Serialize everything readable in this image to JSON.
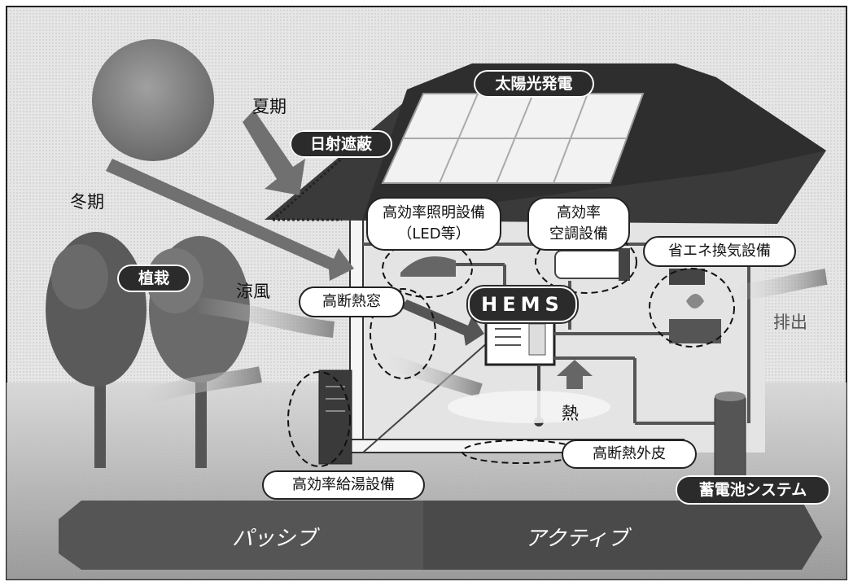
{
  "labels": {
    "solar_power": "太陽光発電",
    "sun_shading": "日射遮蔽",
    "summer": "夏期",
    "winter": "冬期",
    "planting": "植栽",
    "cool_breeze": "涼風",
    "efficient_lighting_line1": "高効率照明設備",
    "efficient_lighting_line2": "（LED等）",
    "efficient_ac_line1": "高効率",
    "efficient_ac_line2": "空調設備",
    "energy_saving_ventilation": "省エネ換気設備",
    "insulated_window": "高断熱窓",
    "hems": "HEMS",
    "exhaust": "排出",
    "heat": "熱",
    "insulated_envelope": "高断熱外皮",
    "efficient_water_heater": "高効率給湯設備",
    "battery_system": "蓄電池システム",
    "passive": "パッシブ",
    "active": "アクティブ"
  },
  "colors": {
    "dark": "#2b2b2b",
    "mid": "#777777",
    "light": "#bdbdbd",
    "band": "#555555",
    "ground": "#9a9a9a"
  }
}
